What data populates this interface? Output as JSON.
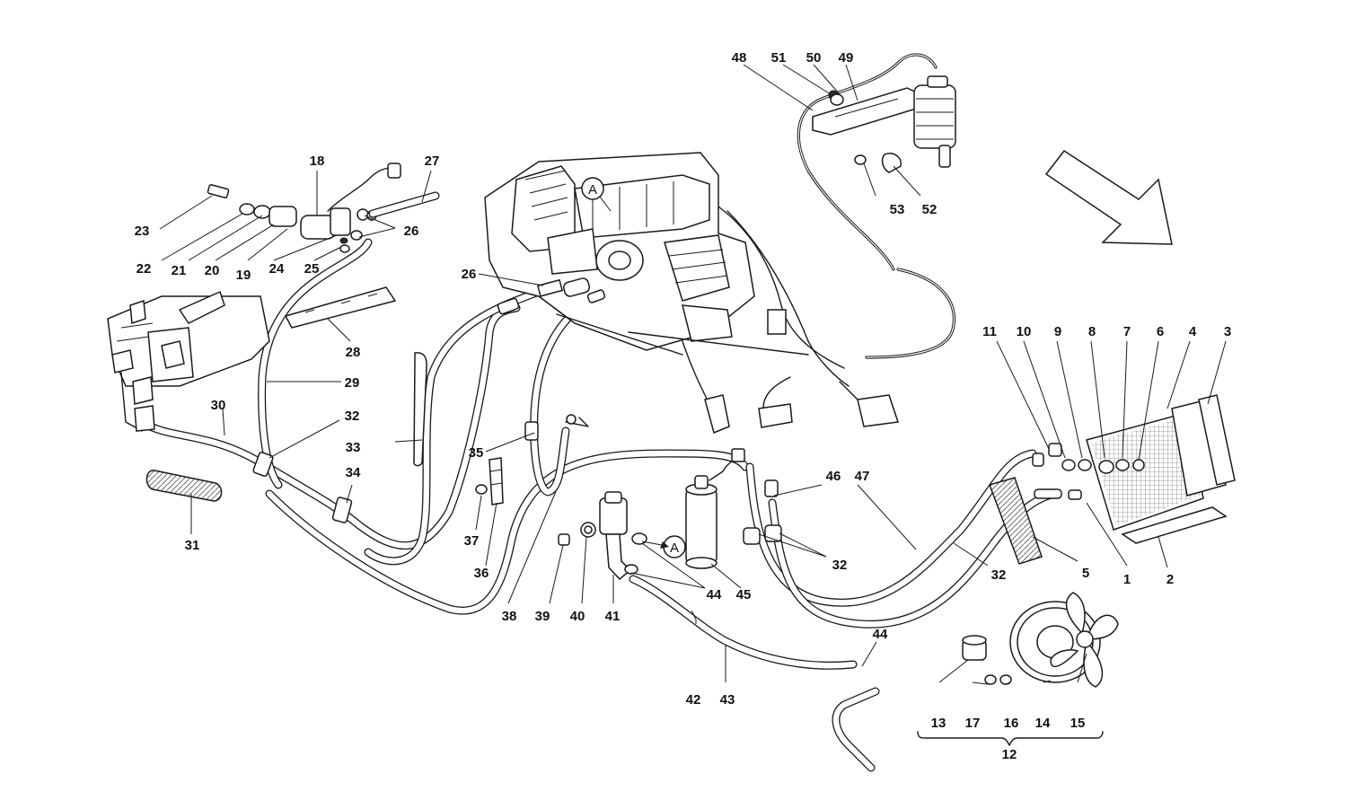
{
  "diagram": {
    "reference_marker": "A",
    "labels": {
      "p1": "1",
      "p2": "2",
      "p3": "3",
      "p4": "4",
      "p5": "5",
      "p6": "6",
      "p7": "7",
      "p8": "8",
      "p9": "9",
      "p10": "10",
      "p11": "11",
      "p12": "12",
      "p13": "13",
      "p14": "14",
      "p15": "15",
      "p16": "16",
      "p17": "17",
      "p18": "18",
      "p19": "19",
      "p20": "20",
      "p21": "21",
      "p22": "22",
      "p23": "23",
      "p24": "24",
      "p25": "25",
      "p26": "26",
      "p27": "27",
      "p28": "28",
      "p29": "29",
      "p30": "30",
      "p31": "31",
      "p32": "32",
      "p33": "33",
      "p34": "34",
      "p35": "35",
      "p36": "36",
      "p37": "37",
      "p38": "38",
      "p39": "39",
      "p40": "40",
      "p41": "41",
      "p42": "42",
      "p43": "43",
      "p44": "44",
      "p45": "45",
      "p46": "46",
      "p47": "47",
      "p48": "48",
      "p49": "49",
      "p50": "50",
      "p51": "51",
      "p52": "52",
      "p53": "53"
    }
  }
}
